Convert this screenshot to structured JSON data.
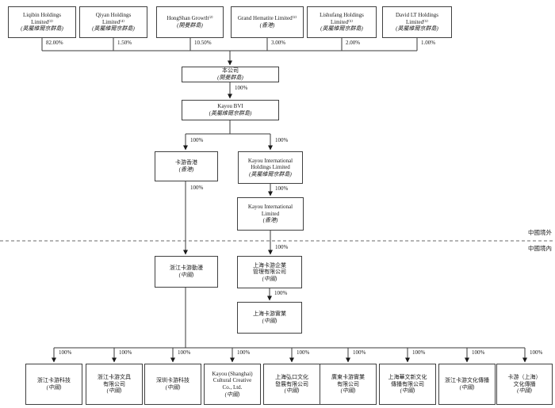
{
  "diagram": {
    "pct100": "100%",
    "region_labels": {
      "outside": "中國境外",
      "inside": "中國境內"
    },
    "top_row": [
      {
        "name": [
          "Liqibin Holdings",
          "Limited⁽³⁾"
        ],
        "place": "(英屬維爾京群島)",
        "pct": "82.00%"
      },
      {
        "name": [
          "Qiyan Holdings",
          "Limited⁽⁴⁾"
        ],
        "place": "(英屬維爾京群島)",
        "pct": "1.50%"
      },
      {
        "name": [
          "HongShan Growth⁽²⁾"
        ],
        "place": "(開曼群島)",
        "pct": "10.50%"
      },
      {
        "name": [
          "Grand Hematite Limited⁽²⁾"
        ],
        "place": "(香港)",
        "pct": "3.00%"
      },
      {
        "name": [
          "Lishufang Holdings",
          "Limited⁽⁵⁾"
        ],
        "place": "(英屬維爾京群島)",
        "pct": "2.00%"
      },
      {
        "name": [
          "David LT Holdings",
          "Limited⁽⁵⁾"
        ],
        "place": "(英屬維爾京群島)",
        "pct": "1.00%"
      }
    ],
    "chain": {
      "company": {
        "name": [
          "本公司"
        ],
        "place": "(開曼群島)"
      },
      "kayou_bvi": {
        "name": [
          "Kayou BVI"
        ],
        "place": "(英屬維爾京群島)"
      },
      "kayou_hk": {
        "name": [
          "卡游香港"
        ],
        "place": "(香港)"
      },
      "kihl": {
        "name": [
          "Kayou International",
          "Holdings Limited"
        ],
        "place": "(英屬維爾京群島)"
      },
      "kil": {
        "name": [
          "Kayou International",
          "Limited"
        ],
        "place": "(香港)"
      },
      "zj_anime": {
        "name": [
          "浙江卡游動漫"
        ],
        "place": "(中國)"
      },
      "sh_mgmt": {
        "name": [
          "上海卡游企業",
          "管理有限公司"
        ],
        "place": "(中國)"
      },
      "sh_ind": {
        "name": [
          "上海卡游實業"
        ],
        "place": "(中國)"
      }
    },
    "bottom_row": [
      {
        "name": [
          "浙江卡游科技"
        ],
        "place": "(中國)"
      },
      {
        "name": [
          "浙江卡游文具",
          "有限公司"
        ],
        "place": "(中國)"
      },
      {
        "name": [
          "深圳卡游科技"
        ],
        "place": "(中國)"
      },
      {
        "name": [
          "Kayou (Shanghai)",
          "Cultural Creative",
          "Co., Ltd."
        ],
        "place": "(中國)"
      },
      {
        "name": [
          "上海弘口文化",
          "發展有限公司"
        ],
        "place": "(中國)"
      },
      {
        "name": [
          "廣東卡游實業",
          "有限公司"
        ],
        "place": "(中國)"
      },
      {
        "name": [
          "上海華文新文化",
          "傳播有限公司"
        ],
        "place": "(中國)"
      },
      {
        "name": [
          "浙江卡游文化傳播"
        ],
        "place": "(中國)"
      },
      {
        "name": [
          "卡游（上海）",
          "文化傳播"
        ],
        "place": "(中國)"
      }
    ]
  }
}
